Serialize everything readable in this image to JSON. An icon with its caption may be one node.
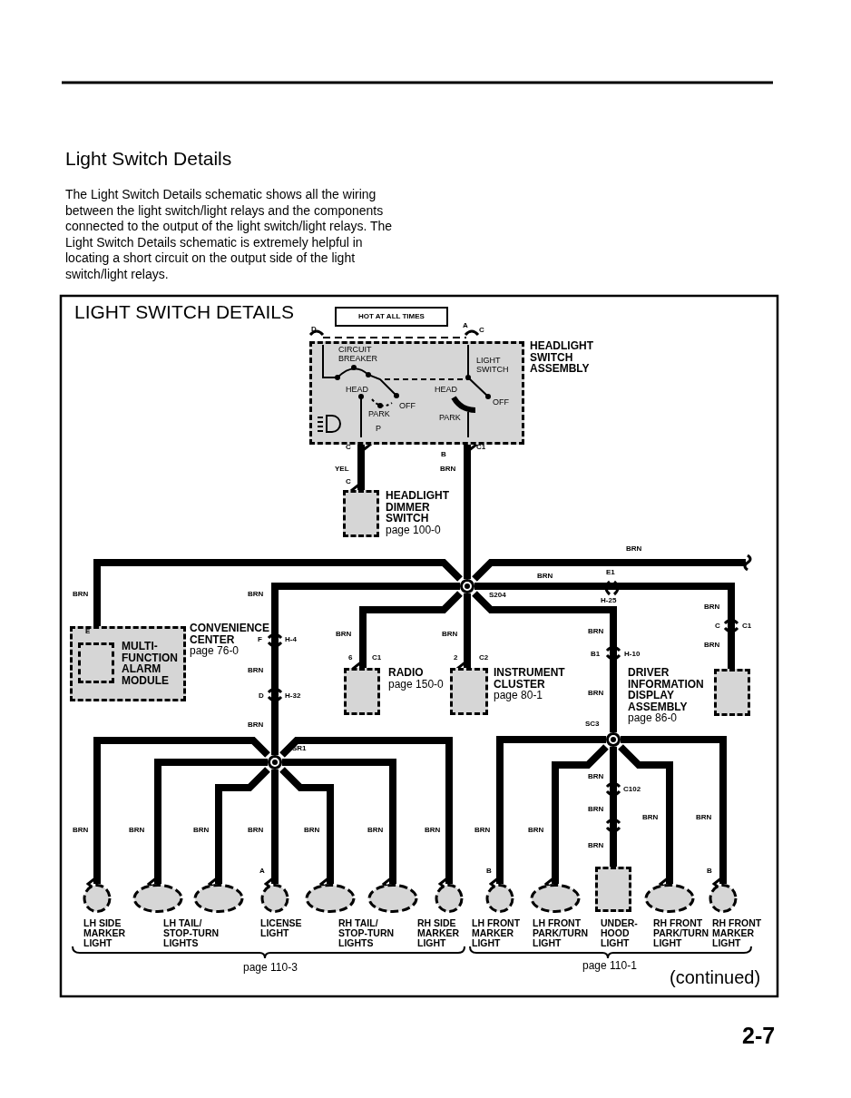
{
  "diagram": {
    "title": "Light Switch Details",
    "nodes": [
      {
        "text": [
          "HOT AT ALL TIMES"
        ]
      },
      {
        "text": [
          "HEADLIGHT SWITCH ASSEMBLY"
        ]
      },
      {
        "text": [
          "HEADLIGHT DIMMER SWITCH",
          "page 100-0"
        ]
      },
      {
        "text": [
          "S204"
        ]
      },
      {
        "text": [
          "CONVENIENCE CENTER",
          "page 76-0"
        ]
      },
      {
        "text": [
          "MULTI-FUNCTION ALARM MODULE"
        ],
        "in": 4
      },
      {
        "text": [
          "RADIO",
          "page 150-0"
        ]
      },
      {
        "text": [
          "INSTRUMENT CLUSTER",
          "page 80-1"
        ]
      },
      {
        "text": [
          "DRIVER INFORMATION DISPLAY ASSEMBLY",
          "page 86-0"
        ]
      },
      {
        "text": [
          "SR1"
        ]
      },
      {
        "text": [
          "SC3"
        ]
      },
      {
        "text": [
          "LH SIDE MARKER LIGHT"
        ]
      },
      {
        "text": [
          "LH TAIL/ STOP-TURN LIGHTS"
        ]
      },
      {
        "text": [
          "LICENSE LIGHT"
        ]
      },
      {
        "text": [
          "RH TAIL/ STOP-TURN LIGHTS"
        ]
      },
      {
        "text": [
          "RH SIDE MARKER LIGHT"
        ]
      },
      {
        "text": [
          "LH FRONT MARKER LIGHT"
        ]
      },
      {
        "text": [
          "LH FRONT PARK/TURN LIGHT"
        ]
      },
      {
        "text": [
          "UNDER-HOOD LIGHT"
        ]
      },
      {
        "text": [
          "RH FRONT PARK/TURN LIGHT"
        ]
      },
      {
        "text": [
          "RH FRONT MARKER LIGHT"
        ]
      }
    ],
    "edges": [
      {
        "from": 1,
        "to": 2,
        "arrow": "other"
      },
      {
        "from": 1,
        "to": 3,
        "arrow": "other"
      },
      {
        "from": 3,
        "to": 5,
        "arrow": "other"
      },
      {
        "from": 3,
        "to": null,
        "arrow": "none"
      },
      {
        "from": 3,
        "to": 8,
        "arrow": "none"
      },
      {
        "from": 3,
        "to": 9,
        "arrow": "none"
      },
      {
        "from": 3,
        "to": 6,
        "arrow": "other"
      },
      {
        "from": 3,
        "to": 7,
        "arrow": "other"
      },
      {
        "from": 3,
        "to": 10,
        "arrow": "none"
      },
      {
        "from": 9,
        "to": 11,
        "arrow": "other"
      },
      {
        "from": 9,
        "to": 12,
        "arrow": "other"
      },
      {
        "from": 9,
        "to": 12,
        "arrow": "other"
      },
      {
        "from": 9,
        "to": 13,
        "arrow": "other"
      },
      {
        "from": 9,
        "to": 14,
        "arrow": "other"
      },
      {
        "from": 9,
        "to": 14,
        "arrow": "other"
      },
      {
        "from": 9,
        "to": 15,
        "arrow": "other"
      },
      {
        "from": 10,
        "to": 16,
        "arrow": "other"
      },
      {
        "from": 10,
        "to": 17,
        "arrow": "other"
      },
      {
        "from": 10,
        "to": 18,
        "arrow": "none"
      },
      {
        "from": 10,
        "to": 19,
        "arrow": "other"
      },
      {
        "from": 10,
        "to": 20,
        "arrow": "other"
      }
    ],
    "labels": [
      "The Light Switch Details schematic shows all the wiring between the light switch/light relays and the components connected to the output of the light switch/light relays. The Light Switch Details schematic is extremely helpful in locating a short circuit on the output side of the light switch/light relays.",
      "LIGHT SWITCH DETAILS",
      "D",
      "A",
      "C",
      "CIRCUIT BREAKER",
      "LIGHT SWITCH",
      "HEAD",
      "HEAD",
      "OFF",
      "OFF",
      "PARK",
      "PARK",
      "P",
      "C",
      "B",
      "C1",
      "YEL",
      "BRN",
      "C",
      "BRN",
      "BRN",
      "BRN",
      "BRN",
      "E1",
      "H-25",
      "BRN",
      "C",
      "C1",
      "BRN",
      "E",
      "F",
      "H-4",
      "BRN",
      "BRN",
      "6",
      "C1",
      "2",
      "C2",
      "BRN",
      "B1",
      "H-10",
      "BRN",
      "D",
      "H-32",
      "BRN",
      "BRN",
      "BRN",
      "BRN",
      "BRN",
      "BRN",
      "BRN",
      "BRN",
      "BRN",
      "BRN",
      "BRN",
      "BRN",
      "C102",
      "BRN",
      "BRN",
      "BRN",
      "BRN",
      "A",
      "B",
      "B",
      "page 110-3",
      "page 110-1",
      "(continued)",
      "2-7"
    ]
  }
}
